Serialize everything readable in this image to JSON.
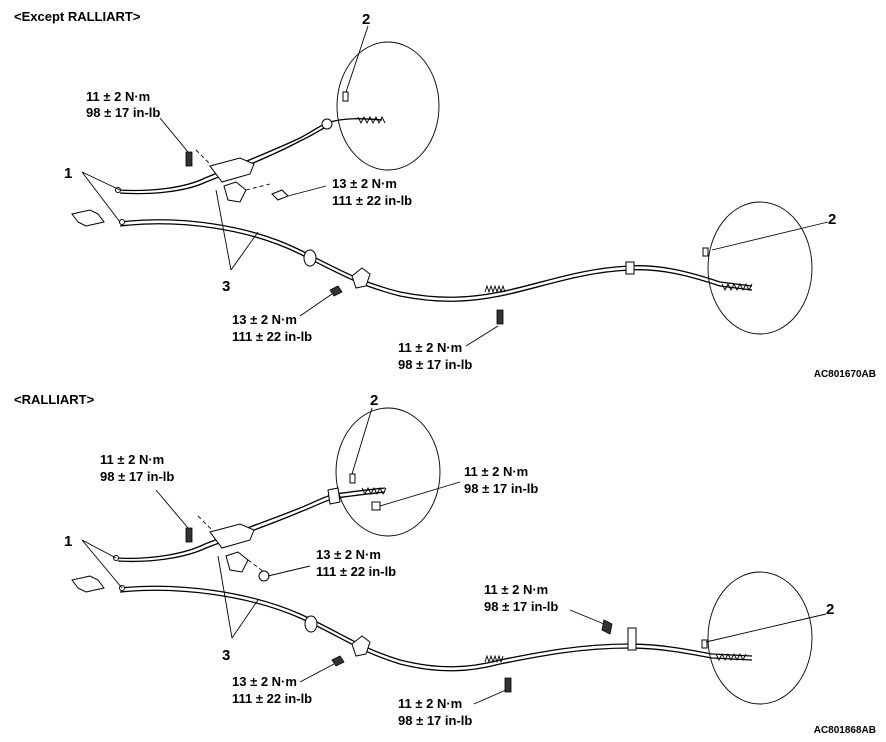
{
  "sections": [
    {
      "header": "<Except RALLIART>",
      "code": "AC801670AB",
      "callouts": {
        "c1": "1",
        "c2a": "2",
        "c2b": "2",
        "c3": "3"
      },
      "torques": [
        {
          "nm": "11 ± 2 N·m",
          "inlb": "98 ± 17 in-lb"
        },
        {
          "nm": "13 ± 2 N·m",
          "inlb": "111 ± 22 in-lb"
        },
        {
          "nm": "13 ± 2 N·m",
          "inlb": "111 ± 22 in-lb"
        },
        {
          "nm": "11 ± 2 N·m",
          "inlb": "98 ± 17 in-lb"
        }
      ]
    },
    {
      "header": "<RALLIART>",
      "code": "AC801868AB",
      "callouts": {
        "c1": "1",
        "c2a": "2",
        "c2b": "2",
        "c3": "3"
      },
      "torques": [
        {
          "nm": "11 ± 2 N·m",
          "inlb": "98 ± 17 in-lb"
        },
        {
          "nm": "11 ± 2 N·m",
          "inlb": "98 ± 17 in-lb"
        },
        {
          "nm": "13 ± 2 N·m",
          "inlb": "111 ± 22 in-lb"
        },
        {
          "nm": "11 ± 2 N·m",
          "inlb": "98 ± 17 in-lb"
        },
        {
          "nm": "13 ± 2 N·m",
          "inlb": "111 ± 22 in-lb"
        },
        {
          "nm": "11 ± 2 N·m",
          "inlb": "98 ± 17 in-lb"
        }
      ]
    }
  ]
}
